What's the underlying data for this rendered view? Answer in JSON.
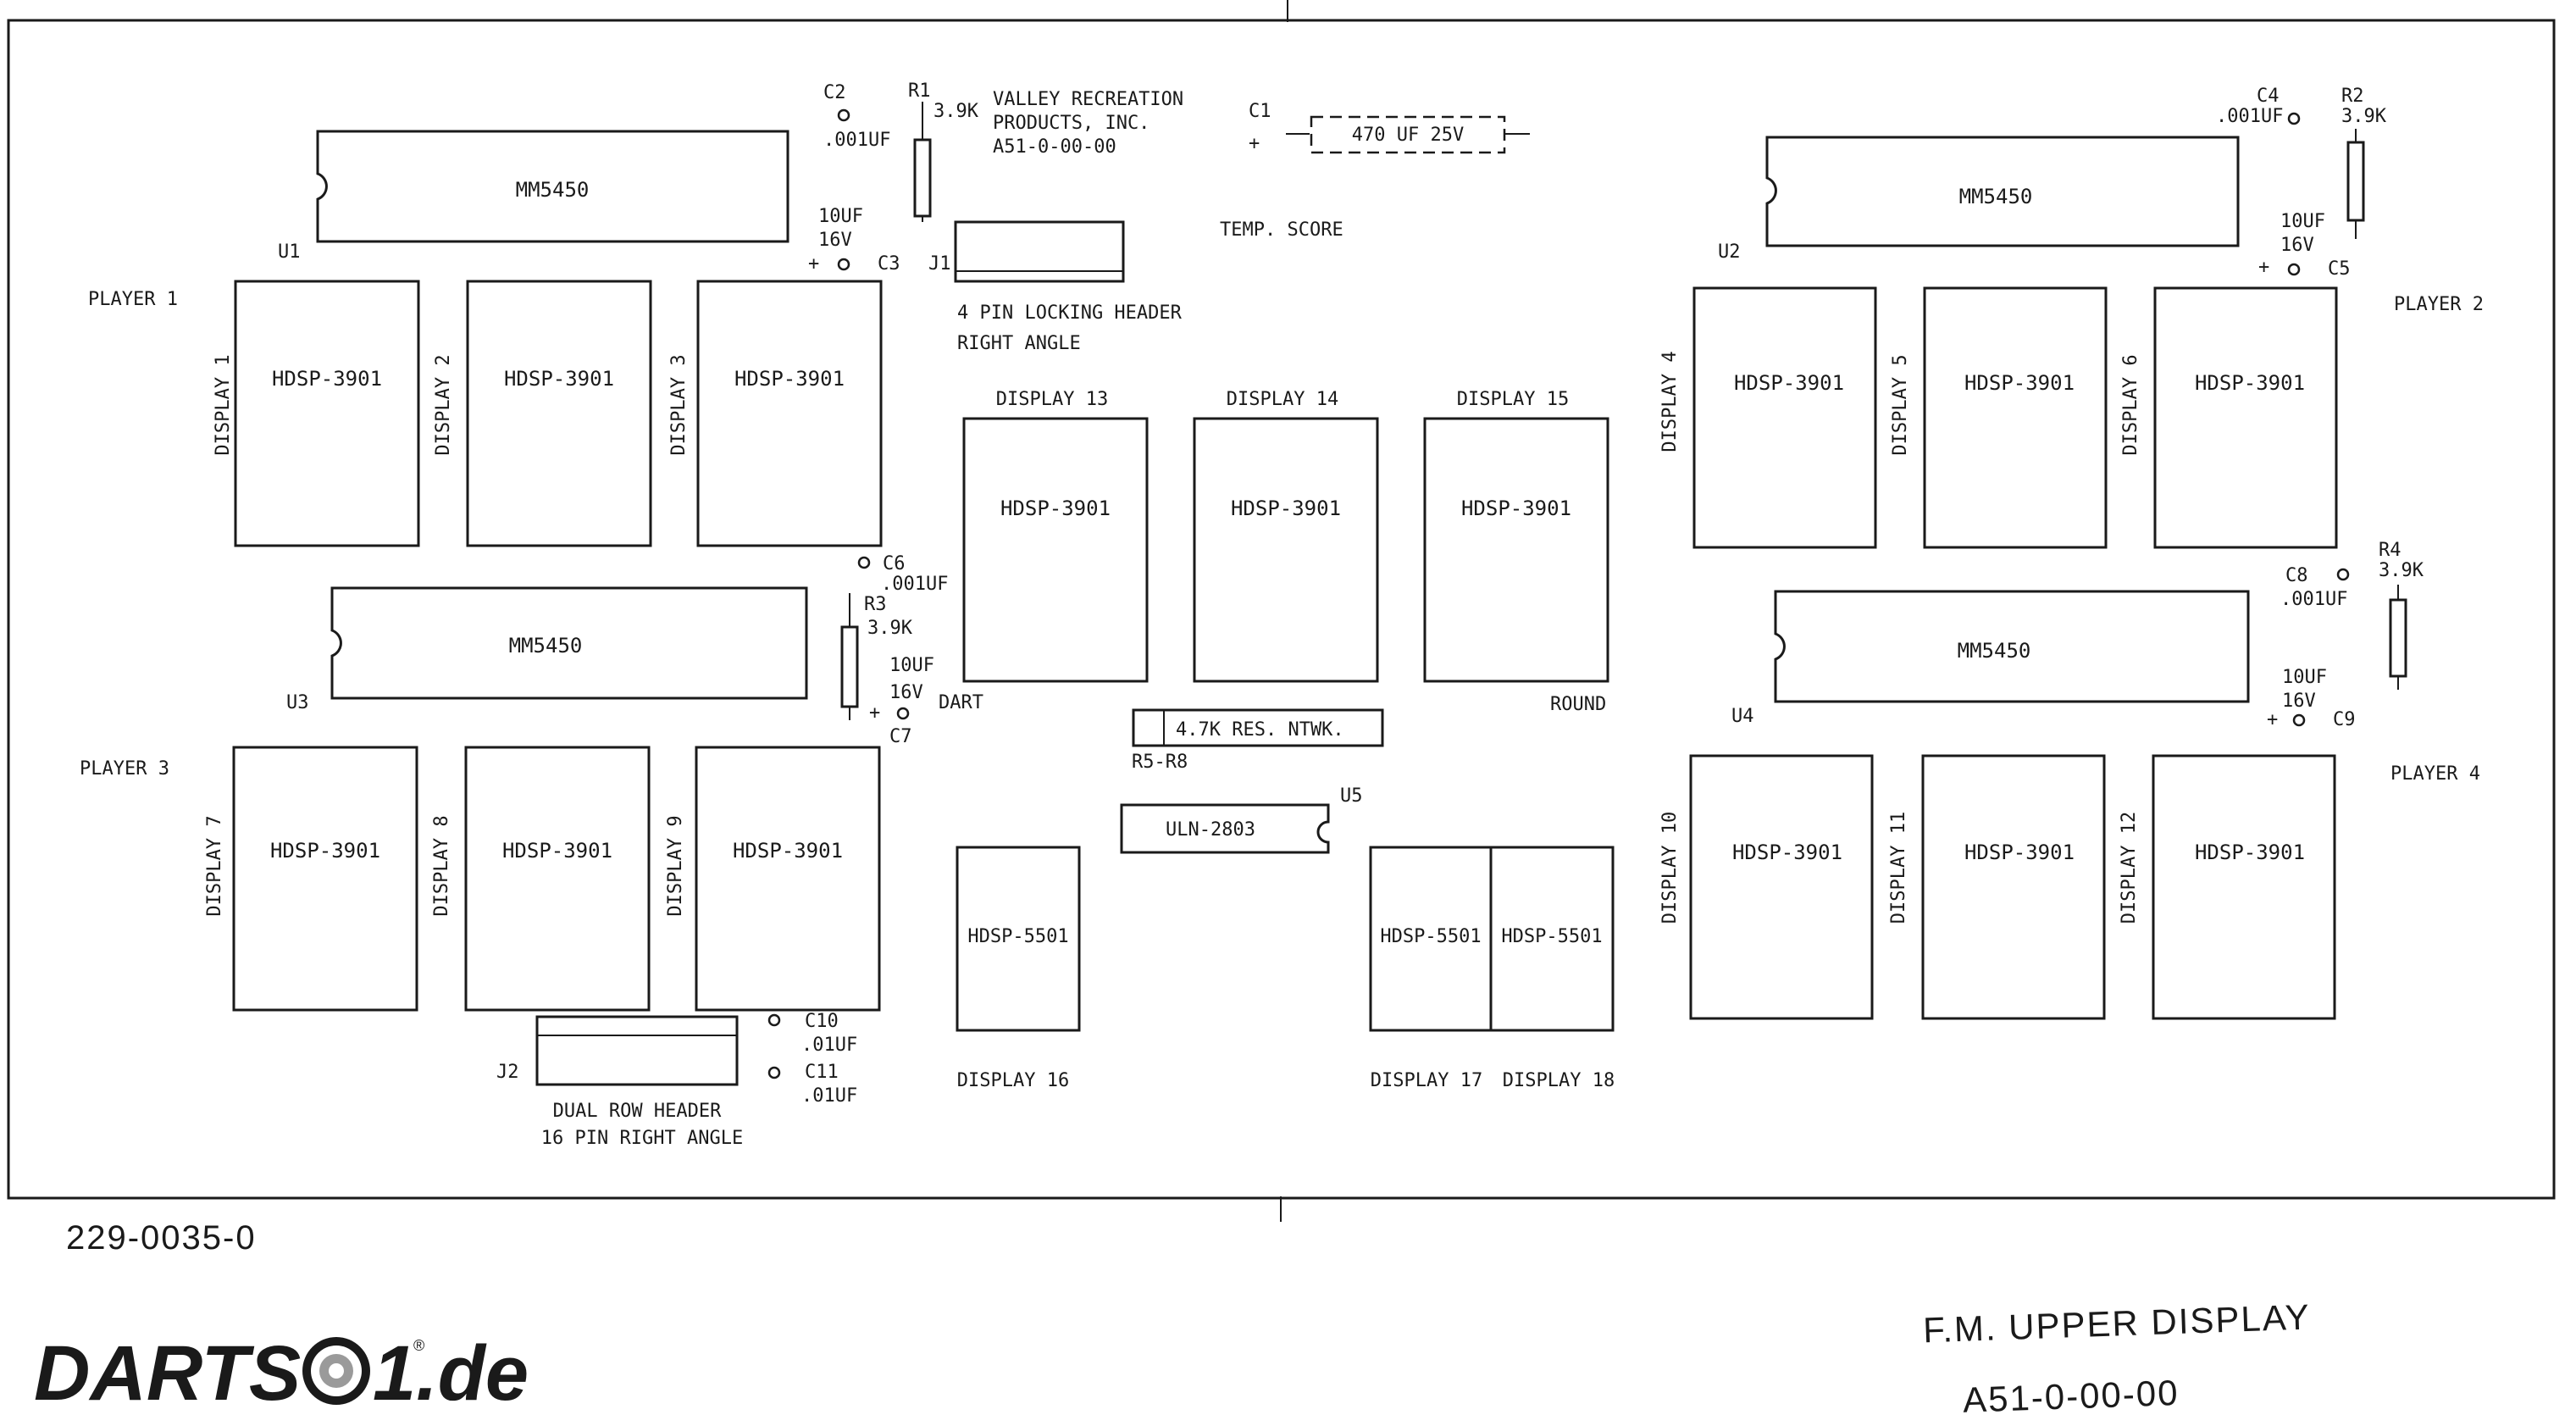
{
  "company": {
    "line1": "VALLEY RECREATION",
    "line2": "PRODUCTS, INC.",
    "line3": "A51-0-00-00"
  },
  "temp_score": "TEMP. SCORE",
  "players": {
    "p1": "PLAYER 1",
    "p2": "PLAYER 2",
    "p3": "PLAYER 3",
    "p4": "PLAYER 4"
  },
  "chips": {
    "mm": "MM5450",
    "u1": "U1",
    "u2": "U2",
    "u3": "U3",
    "u4": "U4",
    "u5": "U5",
    "uln": "ULN-2803"
  },
  "hdsp3901": "HDSP-3901",
  "hdsp5501": "HDSP-5501",
  "displays": {
    "d1": "DISPLAY 1",
    "d2": "DISPLAY 2",
    "d3": "DISPLAY 3",
    "d4": "DISPLAY 4",
    "d5": "DISPLAY 5",
    "d6": "DISPLAY 6",
    "d7": "DISPLAY 7",
    "d8": "DISPLAY 8",
    "d9": "DISPLAY 9",
    "d10": "DISPLAY 10",
    "d11": "DISPLAY 11",
    "d12": "DISPLAY 12",
    "d13": "DISPLAY 13",
    "d14": "DISPLAY 14",
    "d15": "DISPLAY 15",
    "d16": "DISPLAY 16",
    "d17": "DISPLAY 17",
    "d18": "DISPLAY 18"
  },
  "labels": {
    "dart": "DART",
    "round": "ROUND",
    "resnet": "4.7K RES. NTWK.",
    "r5r8": "R5-R8"
  },
  "capacitors": {
    "c1": "C1",
    "c1_plus": "+",
    "c1_value": "470 UF  25V",
    "c2": "C2",
    "c2_value": ".001UF",
    "c3": "C3",
    "c3_plus": "+",
    "c3_v1": "10UF",
    "c3_v2": "16V",
    "c4": "C4",
    "c4_value": ".001UF",
    "c5": "C5",
    "c5_plus": "+",
    "c5_v1": "10UF",
    "c5_v2": "16V",
    "c6": "C6",
    "c6_value": ".001UF",
    "c7": "C7",
    "c7_plus": "+",
    "c7_v1": "10UF",
    "c7_v2": "16V",
    "c8": "C8",
    "c8_value": ".001UF",
    "c9": "C9",
    "c9_plus": "+",
    "c9_v1": "10UF",
    "c9_v2": "16V",
    "c10": "C10",
    "c10_value": ".01UF",
    "c11": "C11",
    "c11_value": ".01UF"
  },
  "resistors": {
    "r1": "R1",
    "r1_value": "3.9K",
    "r2": "R2",
    "r2_value": "3.9K",
    "r3": "R3",
    "r3_value": "3.9K",
    "r4": "R4",
    "r4_value": "3.9K"
  },
  "headers": {
    "j1": "J1",
    "j1_line1": "4 PIN LOCKING HEADER",
    "j1_line2": "RIGHT ANGLE",
    "j2": "J2",
    "j2_line1": "DUAL ROW HEADER",
    "j2_line2": "16 PIN RIGHT ANGLE"
  },
  "part_number": "229-0035-0",
  "title": {
    "line1": "F.M. UPPER DISPLAY",
    "line2": "A51-0-00-00"
  },
  "logo": {
    "text": "DARTS",
    "suffix": "1.de",
    "reg": "®"
  }
}
